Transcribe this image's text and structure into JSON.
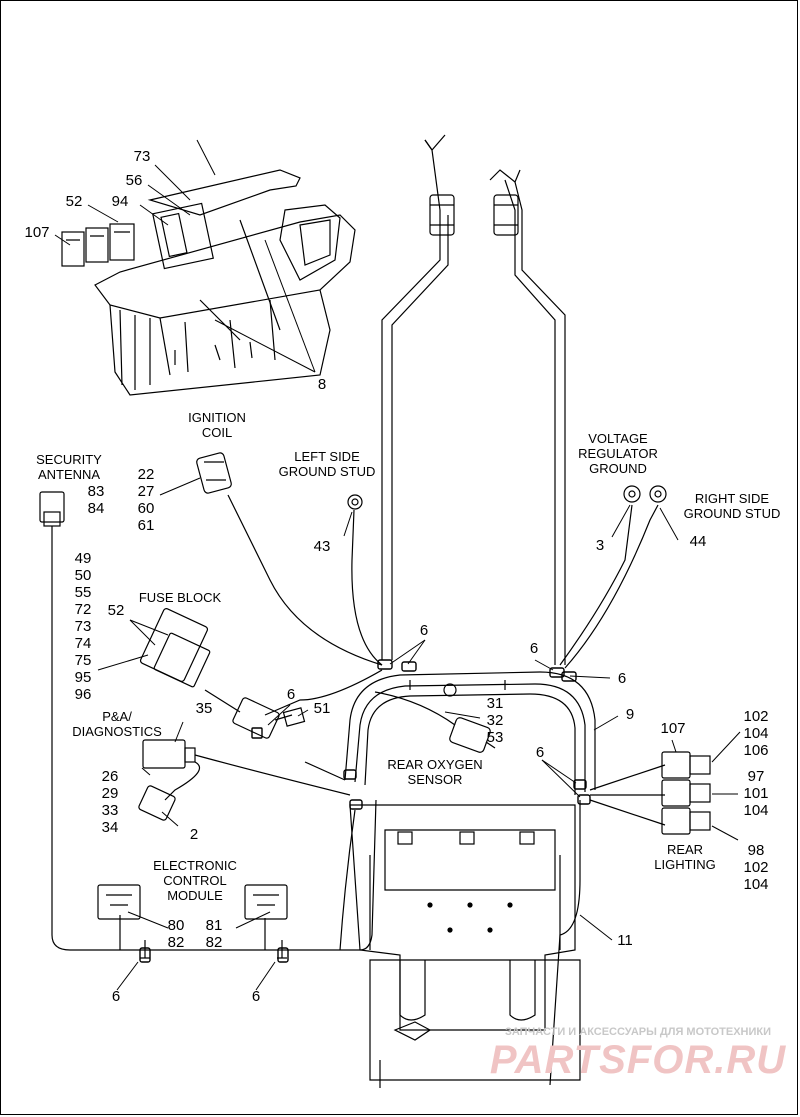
{
  "labels": {
    "ignition_coil": "IGNITION\nCOIL",
    "security_antenna": "SECURITY\nANTENNA",
    "left_ground": "LEFT SIDE\nGROUND STUD",
    "voltage_reg": "VOLTAGE\nREGULATOR\nGROUND",
    "right_ground": "RIGHT SIDE\nGROUND STUD",
    "fuse_block": "FUSE BLOCK",
    "pa_diag": "P&A/\nDIAGNOSTICS",
    "rear_o2": "REAR OXYGEN\nSENSOR",
    "rear_lighting": "REAR\nLIGHTING",
    "ecm": "ELECTRONIC\nCONTROL\nMODULE"
  },
  "callouts": {
    "c73": "73",
    "c56": "56",
    "c52a": "52",
    "c94": "94",
    "c107a": "107",
    "c8": "8",
    "coil_nums": "22\n27\n60\n61",
    "antenna_nums": "83\n84",
    "c43": "43",
    "c3": "3",
    "c44": "44",
    "fuse_list": "49\n50\n55\n72\n73\n74\n75\n95\n96",
    "c52b": "52",
    "c6a": "6",
    "c6b": "6",
    "c6c": "6",
    "c6d": "6",
    "c6e": "6",
    "c6f": "6",
    "c6g": "6",
    "c51": "51",
    "c35": "35",
    "o2_nums": "31\n32\n53",
    "c9": "9",
    "c107b": "107",
    "rl_a": "102\n104\n106",
    "rl_b": "97\n101\n104",
    "rl_c": "98\n102\n104",
    "diag_nums": "26\n29\n33\n34",
    "c2": "2",
    "ecm_a": "80\n82",
    "ecm_b": "81\n82",
    "c11": "11"
  },
  "watermark": {
    "caption": "ЗАПЧАСТИ И АКСЕССУАРЫ ДЛЯ МОТОТЕХНИКИ",
    "brand": "PARTSFOR.RU",
    "caption_color": "#c8c8c8",
    "brand_color": "#f0c4c4"
  }
}
